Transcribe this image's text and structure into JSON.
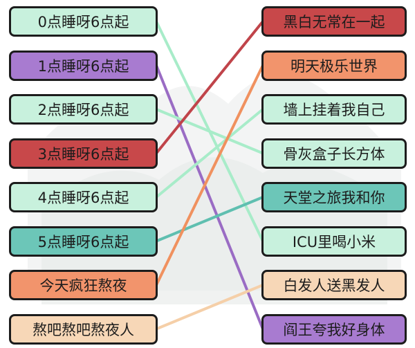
{
  "game": {
    "left_items": [
      {
        "label": "0点睡呀6点起",
        "color": "#c8f1dd"
      },
      {
        "label": "1点睡呀6点起",
        "color": "#a87bd0"
      },
      {
        "label": "2点睡呀6点起",
        "color": "#c8f1dd"
      },
      {
        "label": "3点睡呀6点起",
        "color": "#c8484a"
      },
      {
        "label": "4点睡呀6点起",
        "color": "#c8f1dd"
      },
      {
        "label": "5点睡呀6点起",
        "color": "#6cc6b8"
      },
      {
        "label": "今天疯狂熬夜",
        "color": "#f2946c"
      },
      {
        "label": "熬吧熬吧熬夜人",
        "color": "#f7d7b7"
      }
    ],
    "right_items": [
      {
        "label": "黑白无常在一起",
        "color": "#c8484a"
      },
      {
        "label": "明天极乐世界",
        "color": "#f2946c"
      },
      {
        "label": "墙上挂着我自己",
        "color": "#c8f1dd"
      },
      {
        "label": "骨灰盒子长方体",
        "color": "#c8f1dd"
      },
      {
        "label": "天堂之旅我和你",
        "color": "#6cc6b8"
      },
      {
        "label": "ICU里喝小米",
        "color": "#c8f1dd"
      },
      {
        "label": "白发人送黑发人",
        "color": "#f7d7b7"
      },
      {
        "label": "阎王夸我好身体",
        "color": "#a87bd0"
      }
    ],
    "connections": [
      {
        "from": 0,
        "to": 5,
        "color": "#a8ecc9"
      },
      {
        "from": 1,
        "to": 7,
        "color": "#9a6cc4"
      },
      {
        "from": 2,
        "to": 3,
        "color": "#a8ecc9"
      },
      {
        "from": 3,
        "to": 0,
        "color": "#c0444a"
      },
      {
        "from": 4,
        "to": 2,
        "color": "#a8ecc9"
      },
      {
        "from": 5,
        "to": 4,
        "color": "#5fbfb0"
      },
      {
        "from": 6,
        "to": 1,
        "color": "#f0915f"
      },
      {
        "from": 7,
        "to": 6,
        "color": "#f5cfa8"
      }
    ]
  }
}
